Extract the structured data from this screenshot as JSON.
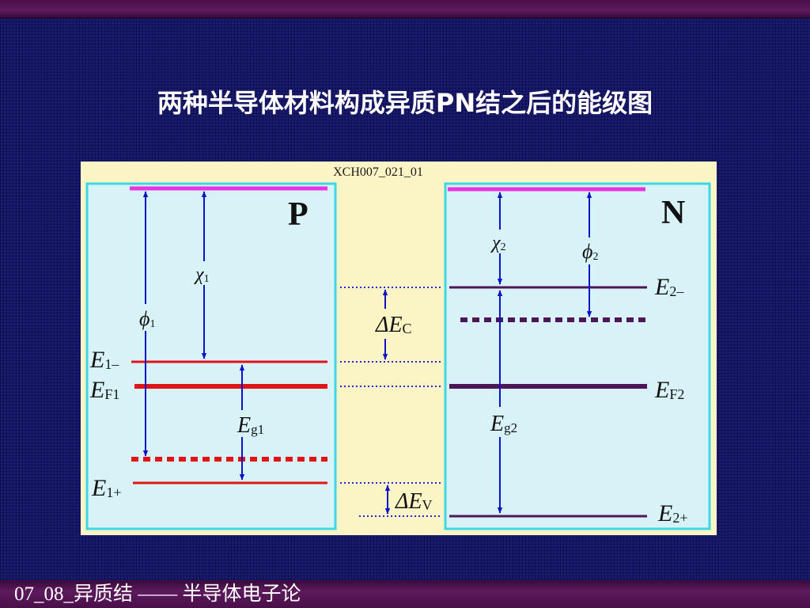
{
  "slide": {
    "title": "两种半导体材料构成异质PN结之后的能级图",
    "footer": "07_08_异质结 —— 半导体电子论"
  },
  "diagram": {
    "figure_id": "XCH007_021_01",
    "left_region": {
      "name": "P",
      "electron_affinity": {
        "symbol": "χ",
        "sub": "1"
      },
      "work_function": {
        "symbol": "ϕ",
        "sub": "1"
      },
      "conduction_band": {
        "main": "E",
        "sub": "1–"
      },
      "fermi_level": {
        "main": "E",
        "sub": "F1"
      },
      "band_gap": {
        "main": "E",
        "sub": "g1"
      },
      "valence_band": {
        "main": "E",
        "sub": "1+"
      }
    },
    "right_region": {
      "name": "N",
      "electron_affinity": {
        "symbol": "χ",
        "sub": "2"
      },
      "work_function": {
        "symbol": "ϕ",
        "sub": "2"
      },
      "conduction_band": {
        "main": "E",
        "sub": "2–"
      },
      "fermi_level": {
        "main": "E",
        "sub": "F2"
      },
      "band_gap": {
        "main": "E",
        "sub": "g2"
      },
      "valence_band": {
        "main": "E",
        "sub": "2+"
      }
    },
    "conduction_offset": {
      "delta": "Δ",
      "main": "E",
      "sub": "C"
    },
    "valence_offset": {
      "delta": "Δ",
      "main": "E",
      "sub": "V"
    },
    "colors": {
      "canvas": "#fbf5c6",
      "panel": "#d8f3f7",
      "panel_border": "#3ed7e8",
      "vacuum_level": "#e834e0",
      "p_levels": "#e01414",
      "n_levels": "#4d1656",
      "arrows": "#1010c8",
      "dotted_guides": "#2525e0"
    }
  }
}
